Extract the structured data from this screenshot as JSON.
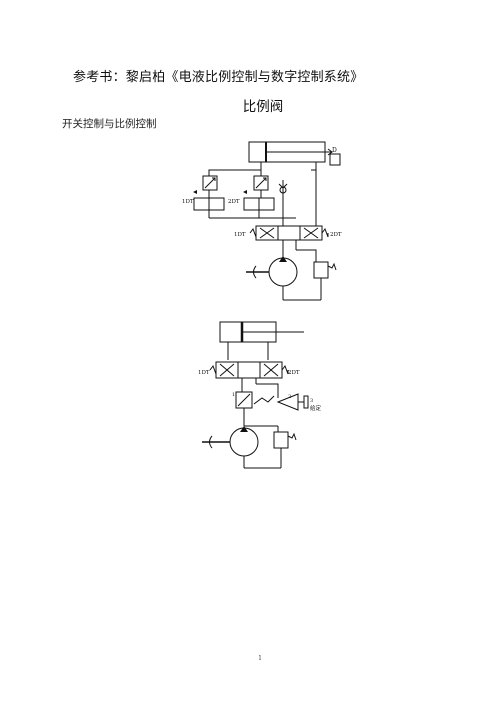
{
  "document": {
    "reference_line": "参考书：黎启柏《电液比例控制与数字控制系统》",
    "heading": "比例阀",
    "subheading": "开关控制与比例控制",
    "page_number": "1"
  },
  "figure1": {
    "label_1dt_a": "1DT",
    "label_2dt_a": "2DT",
    "label_1dt_b": "1DT",
    "label_2dt_b": "2DT",
    "label_load": "D"
  },
  "figure2": {
    "label_1dt": "1DT",
    "label_2dt": "2DT",
    "label_1": "1",
    "label_2": "2",
    "label_3": "3",
    "label_setting": "给定"
  }
}
